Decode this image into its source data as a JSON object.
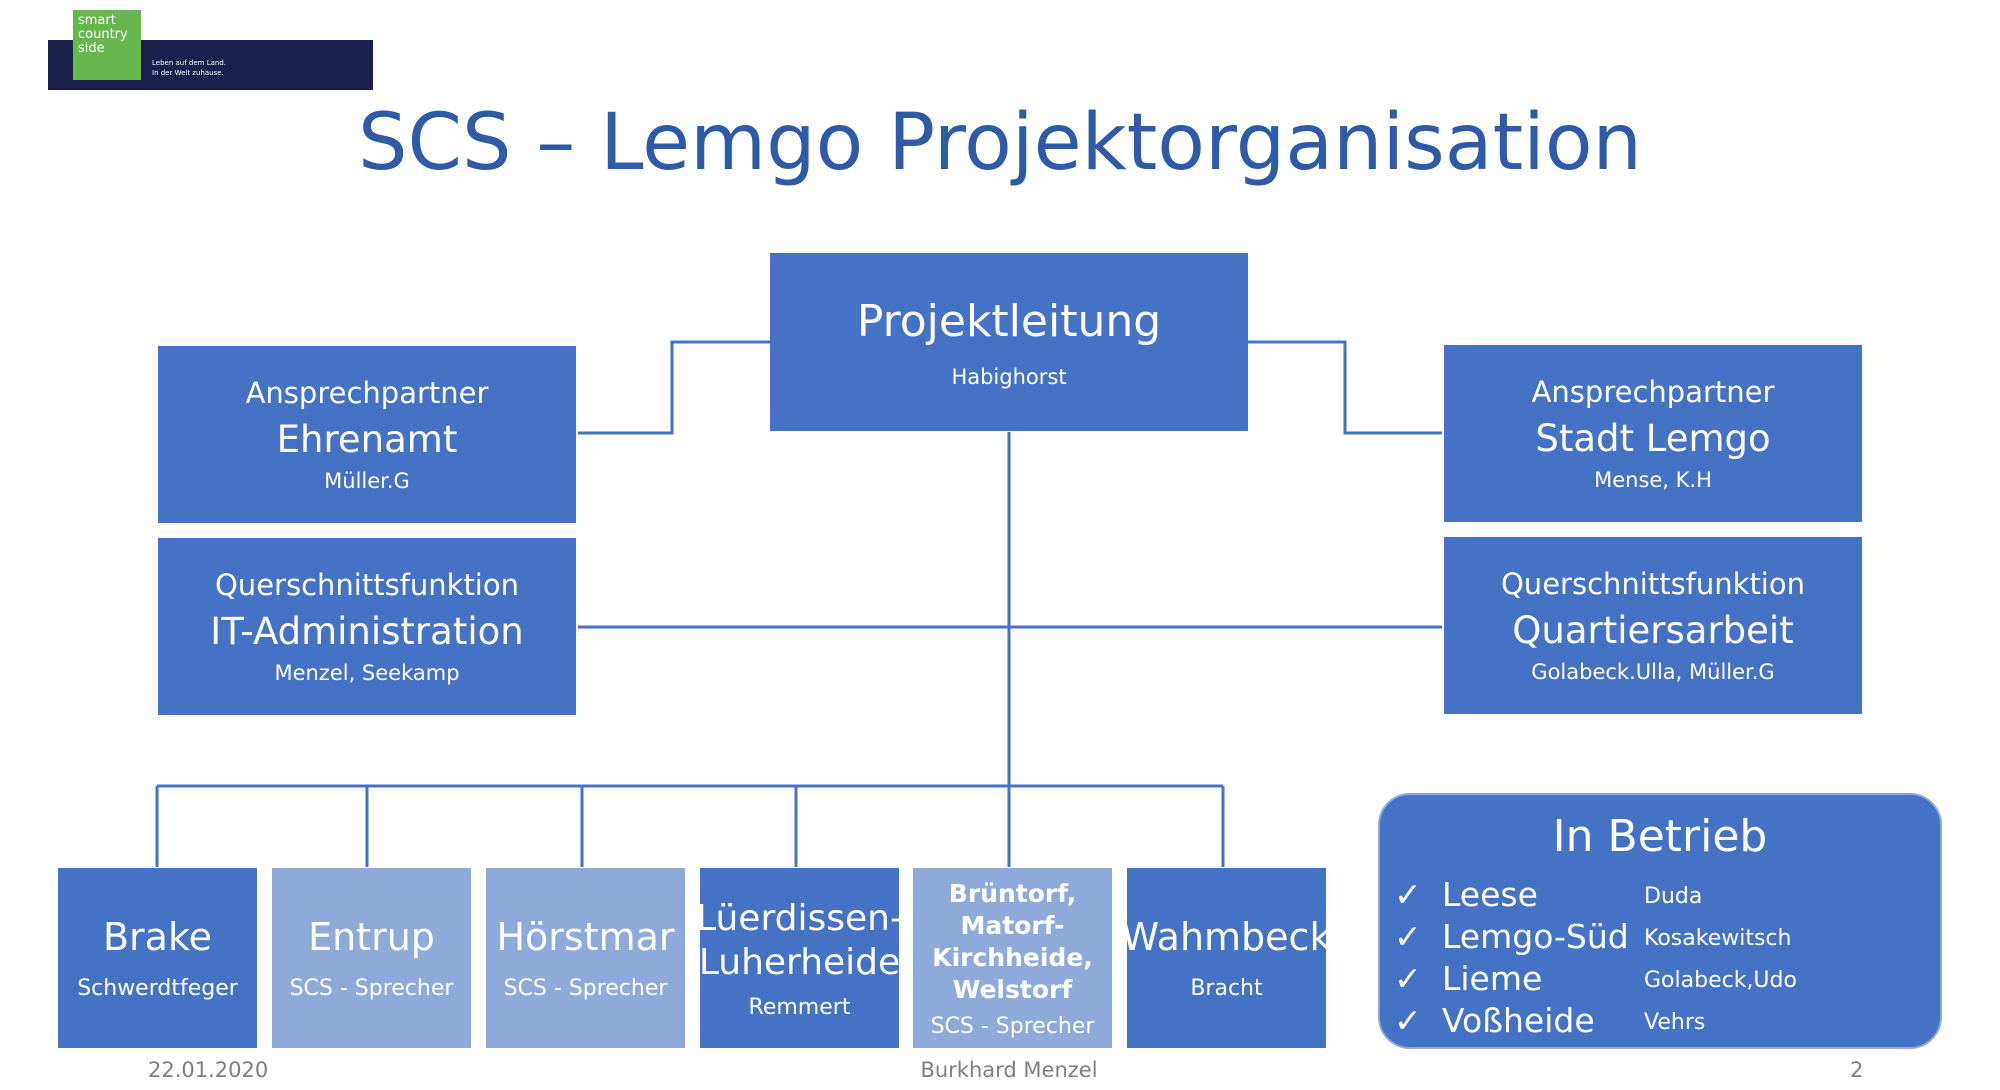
{
  "logo": {
    "lines": [
      "smart",
      "country",
      "side"
    ],
    "tagline": [
      "Leben auf dem Land.",
      "In der Welt zuhause."
    ]
  },
  "title": "SCS – Lemgo Projektorganisation",
  "lead": {
    "title": "Projektleitung",
    "person": "Habighorst"
  },
  "side_boxes": [
    {
      "label": "Ansprechpartner",
      "title": "Ehrenamt",
      "person": "Müller.G"
    },
    {
      "label": "Querschnittsfunktion",
      "title": "IT-Administration",
      "person": "Menzel, Seekamp"
    },
    {
      "label": "Ansprechpartner",
      "title": "Stadt Lemgo",
      "person": "Mense, K.H"
    },
    {
      "label": "Querschnittsfunktion",
      "title": "Quartiersarbeit",
      "person": "Golabeck.Ulla, Müller.G"
    }
  ],
  "teams": [
    {
      "name": "Brake",
      "person": "Schwerdtfeger"
    },
    {
      "name": "Entrup",
      "person": "SCS - Sprecher"
    },
    {
      "name": "Hörstmar",
      "person": "SCS - Sprecher"
    },
    {
      "name": "Lüerdissen-\nLuherheide",
      "person": "Remmert"
    },
    {
      "name": "Brüntorf,\nMatorf-\nKirchheide,\nWelstorf",
      "person": "SCS - Sprecher"
    },
    {
      "name": "Wahmbeck",
      "person": "Bracht"
    }
  ],
  "in_betrieb": {
    "title": "In Betrieb",
    "check": "✓",
    "items": [
      {
        "place": "Leese",
        "person": "Duda"
      },
      {
        "place": "Lemgo-Süd",
        "person": "Kosakewitsch"
      },
      {
        "place": "Lieme",
        "person": "Golabeck,Udo"
      },
      {
        "place": "Voßheide",
        "person": "Vehrs"
      }
    ]
  },
  "footer": {
    "date": "22.01.2020",
    "author": "Burkhard Menzel",
    "page": "2"
  },
  "colors": {
    "box": "#4472c4",
    "box_light": "#8eaadb",
    "title": "#2e5aa7",
    "line": "#4472c4"
  }
}
